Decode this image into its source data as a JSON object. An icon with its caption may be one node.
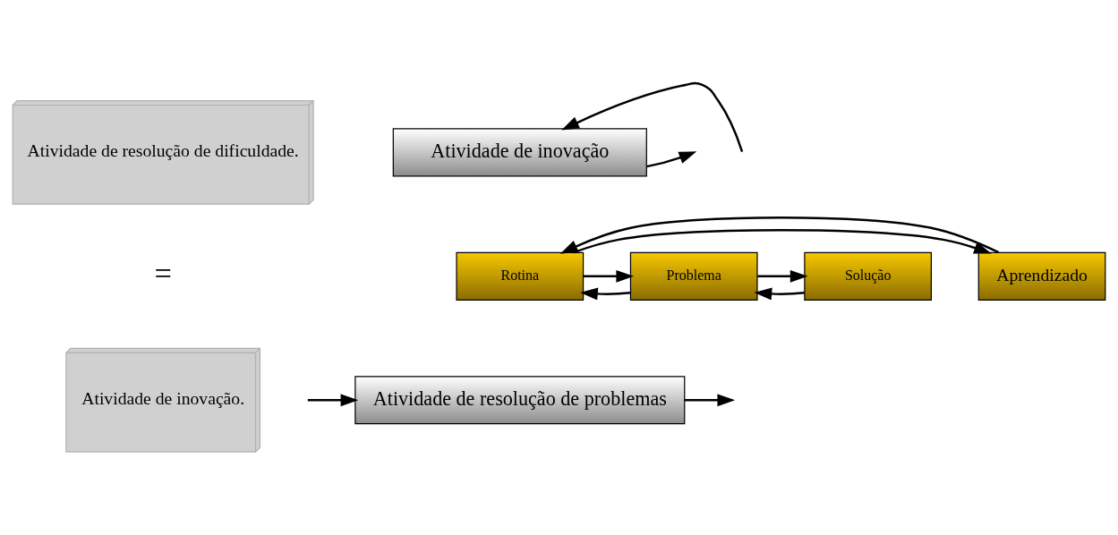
{
  "diagram": {
    "nodes": [
      {
        "text": [
          "Atividade de resolução de dificuldade."
        ]
      },
      {
        "text": [
          "Atividade de inovação."
        ]
      },
      {
        "text": [
          "Atividade de inovação"
        ]
      },
      {
        "text": [
          "Aprendizado"
        ]
      },
      {
        "text": [
          "Rotina"
        ]
      },
      {
        "text": [
          "Problema"
        ]
      },
      {
        "text": [
          "Solução"
        ]
      },
      {
        "text": [
          "Atividade de resolução de problemas"
        ]
      }
    ],
    "edges": [
      {
        "from": null,
        "to": 2,
        "arrow": "to"
      },
      {
        "from": 2,
        "to": null,
        "arrow": "to"
      },
      {
        "from": 6,
        "to": 5,
        "arrow": "to"
      },
      {
        "from": 5,
        "to": 4,
        "arrow": "to"
      },
      {
        "from": 4,
        "to": 3,
        "arrow": "to"
      },
      {
        "from": 3,
        "to": 4,
        "arrow": "to"
      },
      {
        "from": 4,
        "to": 5,
        "arrow": "to"
      },
      {
        "from": 5,
        "to": 6,
        "arrow": "to"
      },
      {
        "from": null,
        "to": 7,
        "arrow": "to"
      },
      {
        "from": 7,
        "to": null,
        "arrow": "to"
      }
    ],
    "labels": [
      "="
    ]
  }
}
